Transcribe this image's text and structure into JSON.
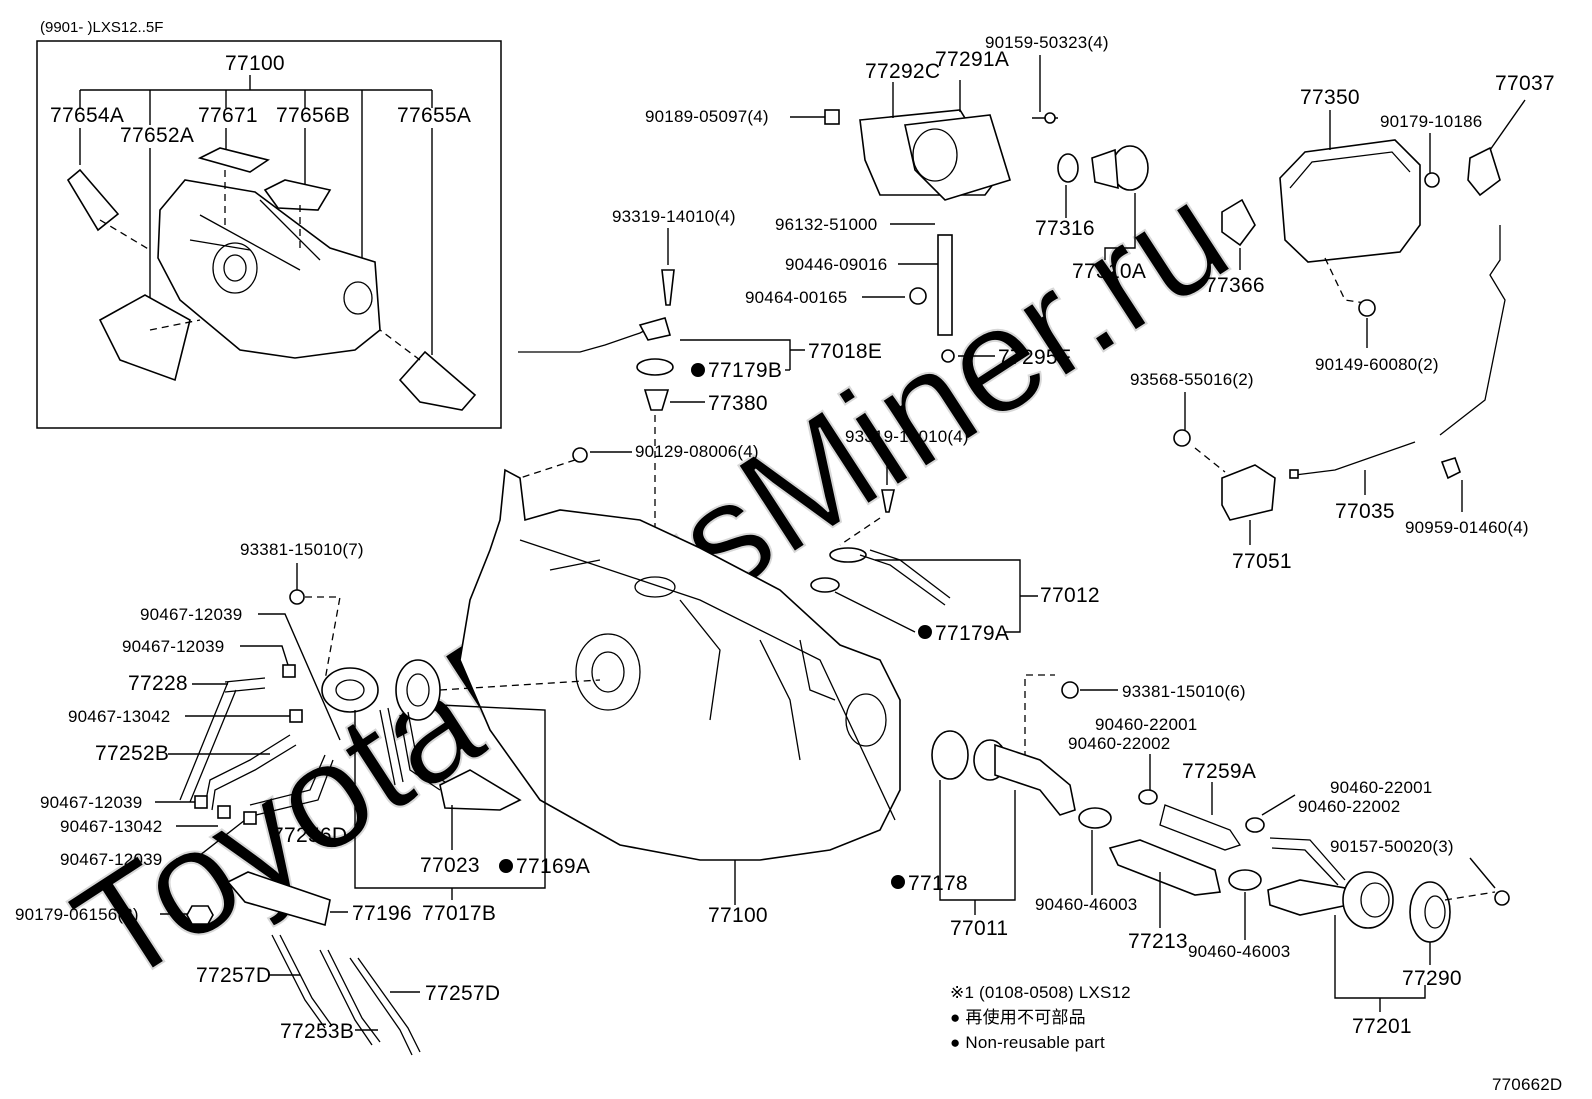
{
  "watermark": "ToyotaPartsMiner.ru",
  "inset": {
    "header": "(9901-       )LXS12..5F",
    "main_label": "77100",
    "labels": [
      "77654A",
      "77652A",
      "77671",
      "77656B",
      "77655A"
    ]
  },
  "labels": {
    "p77292C": "77292C",
    "p77291A": "77291A",
    "p90159": "90159-50323(4)",
    "p90189": "90189-05097(4)",
    "p96132": "96132-51000",
    "p90446": "90446-09016",
    "p90464": "90464-00165",
    "p77295F": "77295F",
    "p77316": "77316",
    "p77310A": "77310A",
    "p77366": "77366",
    "p77350": "77350",
    "p90179_10186": "90179-10186",
    "p77037": "77037",
    "p90149": "90149-60080(2)",
    "p93319a": "93319-14010(4)",
    "p77018E": "77018E",
    "p77179B": "77179B",
    "p77380": "77380",
    "p90129": "90129-08006(4)",
    "p93319b": "93319-14010(4)",
    "p77012": "77012",
    "p77179A": "77179A",
    "p93568": "93568-55016(2)",
    "p77051": "77051",
    "p77035": "77035",
    "p90959": "90959-01460(4)",
    "p93381a": "93381-15010(7)",
    "p90467_a": "90467-12039",
    "p90467_b": "90467-12039",
    "p77228": "77228",
    "p90467_13042a": "90467-13042",
    "p77252B": "77252B",
    "p90467_c": "90467-12039",
    "p90467_13042b": "90467-13042",
    "p77256D": "77256D",
    "p90467_d": "90467-12039",
    "p77023": "77023",
    "p77169A": "77169A",
    "p77017B": "77017B",
    "p77100": "77100",
    "p90179_06156": "90179-06156(2)",
    "p77196": "77196",
    "p77257D_a": "77257D",
    "p77257D_b": "77257D",
    "p77253B": "77253B",
    "p93381b": "93381-15010(6)",
    "p90460_22001a": "90460-22001",
    "p90460_22002a": "90460-22002",
    "p77259A": "77259A",
    "p90460_22001b": "90460-22001",
    "p90460_22002b": "90460-22002",
    "p90157": "90157-50020(3)",
    "p77178": "77178",
    "p77011": "77011",
    "p90460_46003a": "90460-46003",
    "p77213": "77213",
    "p90460_46003b": "90460-46003",
    "p77290": "77290",
    "p77201": "77201",
    "ref_mark": "※1",
    "bullet": "●"
  },
  "legend": {
    "note1": "※1 (0108-0508) LXS12",
    "note2": "● 再使用不可部品",
    "note3": "● Non-reusable part"
  },
  "figure_code": "770662D"
}
